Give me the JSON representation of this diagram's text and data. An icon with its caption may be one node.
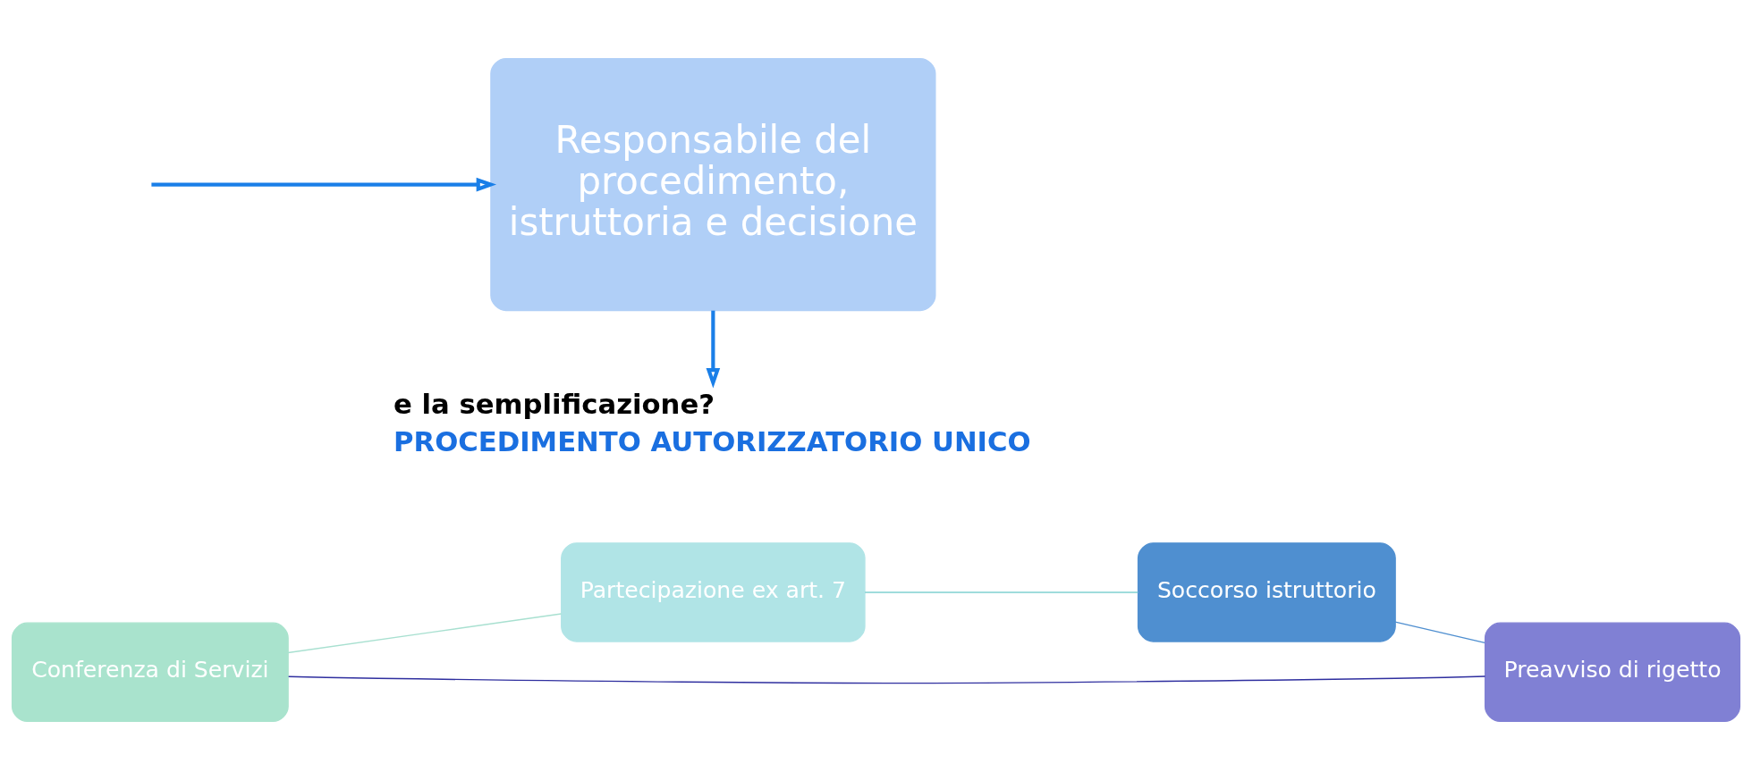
{
  "diagram": {
    "nodes": [
      {
        "text": [
          "Conferenza di Servizi"
        ]
      },
      {
        "text": [
          "Partecipazione ex art. 7"
        ]
      },
      {
        "text": [
          "Soccorso istruttorio"
        ]
      },
      {
        "text": [
          "Preavviso di rigetto"
        ]
      },
      {
        "text": [
          "Responsabile del procedimento, istruttoria e decisione"
        ]
      },
      {
        "text": [
          "e la semplificazione?",
          "PROCEDIMENTO AUTORIZZATORIO UNICO"
        ]
      }
    ],
    "edges": [
      {
        "from": 0,
        "to": 1,
        "arrow": "none",
        "color": "#a8e0d0"
      },
      {
        "from": 1,
        "to": 2,
        "arrow": "none",
        "color": "#7fd0d0"
      },
      {
        "from": 2,
        "to": 3,
        "arrow": "none",
        "color": "#4f8fd0"
      },
      {
        "from": 3,
        "to": 0,
        "arrow": "none",
        "color": "#2f2f9f"
      },
      {
        "from": null,
        "to": 4,
        "arrow": "to",
        "color": "#1a7fe8"
      },
      {
        "from": 4,
        "to": 5,
        "arrow": "to",
        "color": "#1a7fe8"
      }
    ]
  }
}
